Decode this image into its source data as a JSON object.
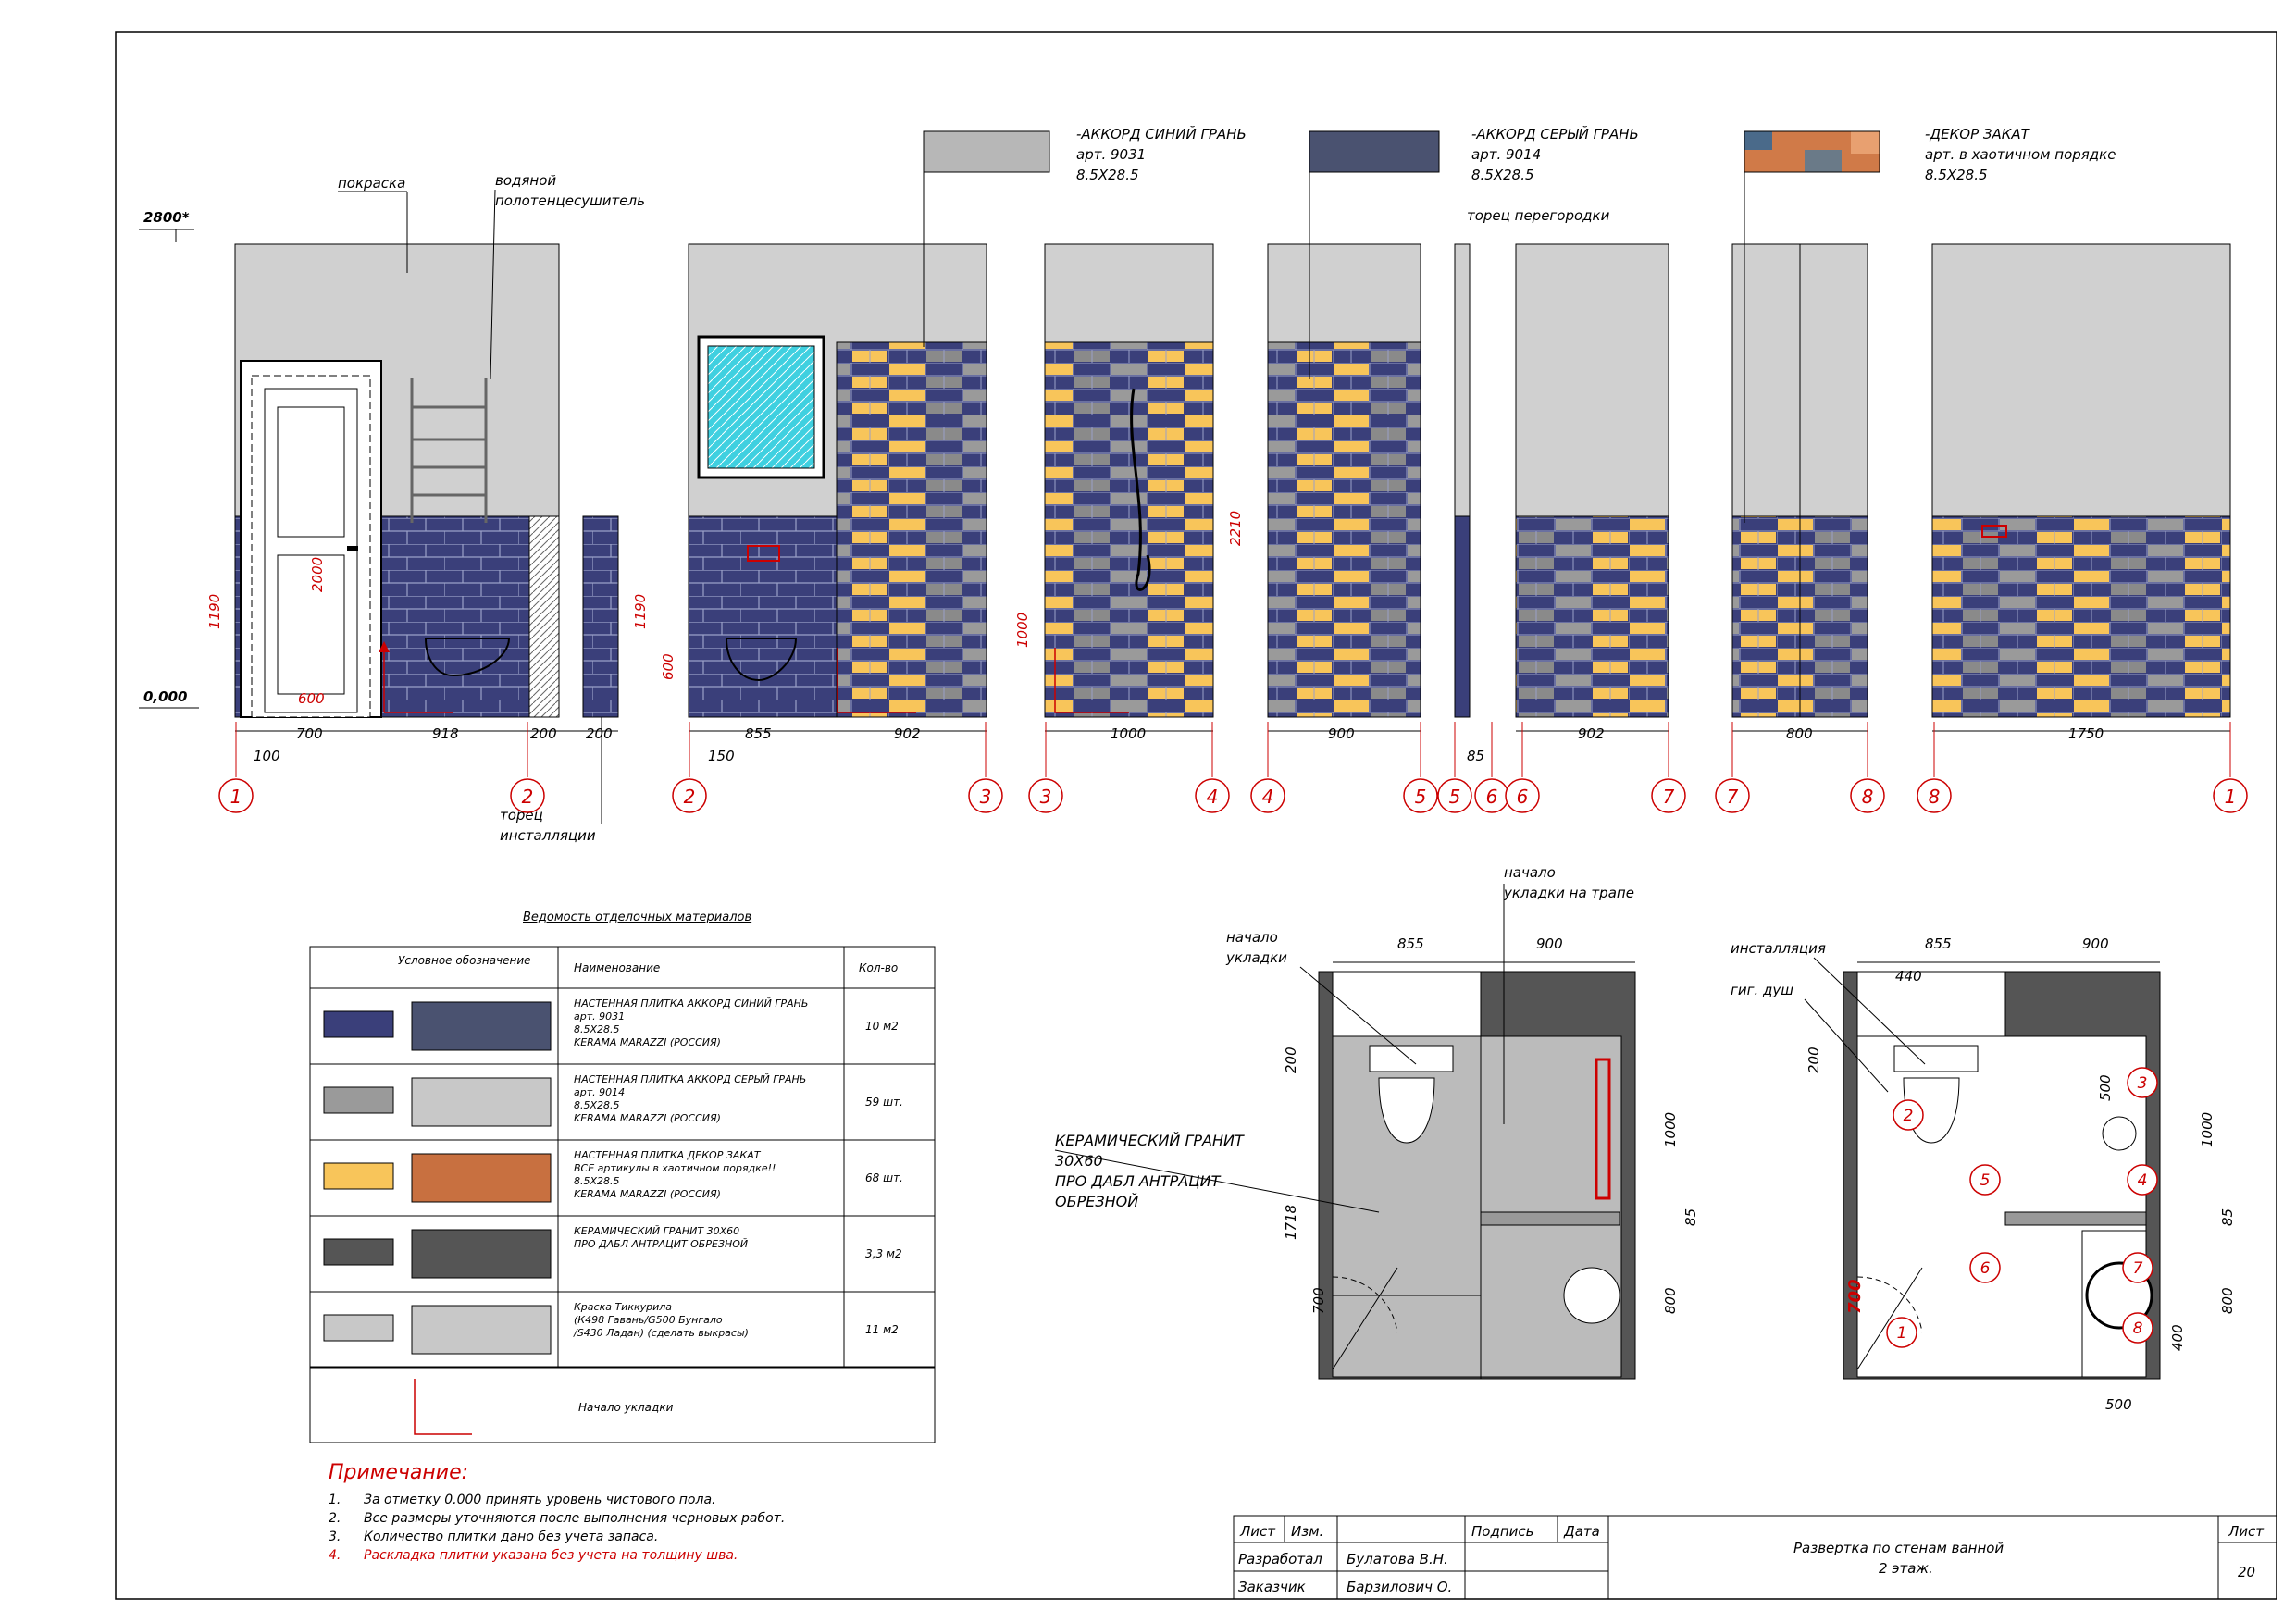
{
  "levels": {
    "top": "2800*",
    "zero": "0,000"
  },
  "wall_notes": {
    "paint": "покраска",
    "towel_line1": "водяной",
    "towel_line2": "полотенцесушитель",
    "partition_end": "торец перегородки",
    "install_end_line1": "торец",
    "install_end_line2": "инсталляции"
  },
  "tiles": [
    {
      "name": "-АККОРД СИНИЙ ГРАНЬ",
      "art": "арт. 9031",
      "size": "8.5X28.5",
      "swatch": "#b7b7b7"
    },
    {
      "name": "-АККОРД СЕРЫЙ ГРАНЬ",
      "art": "арт. 9014",
      "size": "8.5X28.5",
      "swatch": "#4a5270"
    },
    {
      "name": "-ДЕКОР ЗАКАТ",
      "art": "арт. в хаотичном порядке",
      "size": "8.5X28.5",
      "swatch": "decor"
    }
  ],
  "dims": {
    "w1": [
      "100",
      "700",
      "600",
      "918",
      "200",
      "200",
      "2000",
      "1190"
    ],
    "w2": [
      "150",
      "855",
      "902",
      "1190",
      "600"
    ],
    "w3": [
      "1000",
      "1000",
      "2210"
    ],
    "w4": [
      "900"
    ],
    "w5": [
      "85"
    ],
    "w6": [
      "902"
    ],
    "w7": [
      "800"
    ],
    "w8": [
      "1750"
    ]
  },
  "axis_marks": [
    "1",
    "2",
    "2",
    "3",
    "3",
    "4",
    "4",
    "5",
    "5",
    "6",
    "6",
    "7",
    "7",
    "8",
    "8",
    "1"
  ],
  "materials": {
    "title": "Ведомость отделочных материалов",
    "headers": [
      "Условное обозначение",
      "Наименование",
      "Кол-во"
    ],
    "rows": [
      {
        "lines": [
          "НАСТЕННАЯ ПЛИТКА АККОРД СИНИЙ ГРАНЬ",
          "арт. 9031",
          "8.5X28.5",
          "KERAMA MARAZZI (РОССИЯ)"
        ],
        "qty": "10 м2",
        "swatch": "#3a3f7a"
      },
      {
        "lines": [
          "НАСТЕННАЯ ПЛИТКА АККОРД СЕРЫЙ ГРАНЬ",
          "арт. 9014",
          "8.5X28.5",
          "KERAMA MARAZZI (РОССИЯ)"
        ],
        "qty": "59 шт.",
        "swatch": "#9a9a9a"
      },
      {
        "lines": [
          "НАСТЕННАЯ ПЛИТКА ДЕКОР ЗАКАТ",
          "ВСЕ артикулы в хаотичном порядке!!",
          "8.5X28.5",
          "KERAMA MARAZZI (РОССИЯ)"
        ],
        "qty": "68 шт.",
        "swatch": "#f8c55a"
      },
      {
        "lines": [
          "КЕРАМИЧЕСКИЙ ГРАНИТ 30Х60",
          "ПРО ДАБЛ АНТРАЦИТ ОБРЕЗНОЙ"
        ],
        "qty": "3,3 м2",
        "swatch": "#555"
      },
      {
        "lines": [
          "Краска Тиккурила",
          "(К498 Гавань/G500 Бунгало",
          "/S430 Ладан) (сделать выкрасы)"
        ],
        "qty": "11 м2",
        "swatch": "#c8c8c8"
      }
    ],
    "start_label": "Начало укладки"
  },
  "plan1": {
    "dim_855": "855",
    "dim_900": "900",
    "dim_200": "200",
    "dim_1718": "1718",
    "dim_700": "700",
    "dim_1000": "1000",
    "dim_85": "85",
    "dim_800": "800",
    "start_lay_1": "начало",
    "start_lay_2": "укладки",
    "drain_1": "начало",
    "drain_2": "укладки на трапе",
    "granite_1": "КЕРАМИЧЕСКИЙ ГРАНИТ",
    "granite_2": "30Х60",
    "granite_3": "ПРО ДАБЛ АНТРАЦИТ",
    "granite_4": "ОБРЕЗНОЙ"
  },
  "plan2": {
    "dim_855": "855",
    "dim_900": "900",
    "dim_440": "440",
    "dim_200": "200",
    "dim_500": "500",
    "dim_1000": "1000",
    "dim_85": "85",
    "dim_800": "800",
    "dim_400": "400",
    "dim_700": "700",
    "dim_500b": "500",
    "install": "инсталляция",
    "hyg": "гиг. душ",
    "points": [
      "1",
      "2",
      "3",
      "4",
      "5",
      "6",
      "7",
      "8"
    ]
  },
  "notes": {
    "title": "Примечание:",
    "items": [
      {
        "n": "1.",
        "t": "За отметку 0.000 принять уровень чистового пола."
      },
      {
        "n": "2.",
        "t": "Все размеры уточняются после выполнения черновых работ."
      },
      {
        "n": "3.",
        "t": "Количество плитки дано без учета запаса."
      },
      {
        "n": "4.",
        "t": "Раскладка плитки указана без учета на толщину шва."
      }
    ]
  },
  "stamp": {
    "list": "Лист",
    "izm": "Изм.",
    "sign": "Подпись",
    "date": "Дата",
    "dev": "Разработал",
    "dev_name": "Булатова В.Н.",
    "client": "Заказчик",
    "client_name": "Барзилович О.",
    "title1": "Развертка по стенам ванной",
    "title2": "2 этаж.",
    "sheet_label": "Лист",
    "sheet_no": "20"
  },
  "colors": {
    "navy": "#3a3f7a",
    "yellow": "#f8c55a",
    "grey": "#9a9a9a",
    "wall": "#d0d0d0",
    "red": "#c00000",
    "dark": "#555555"
  }
}
